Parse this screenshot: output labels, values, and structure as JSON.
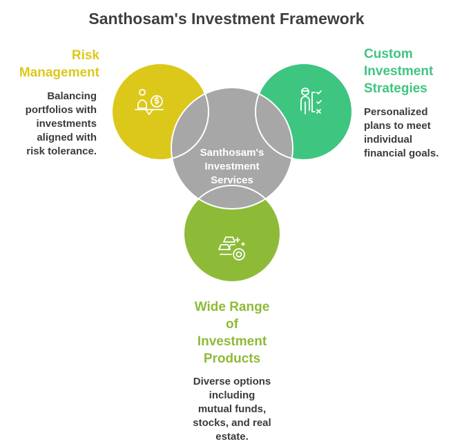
{
  "title": "Santhosam's Investment Framework",
  "center": {
    "line1": "Santhosam's",
    "line2": "Investment",
    "line3": "Services"
  },
  "risk": {
    "heading_line1": "Risk",
    "heading_line2": "Management",
    "desc_lines": [
      "Balancing",
      "portfolios with",
      "investments",
      "aligned with",
      "risk tolerance."
    ]
  },
  "custom": {
    "heading_line1": "Custom",
    "heading_line2": "Investment",
    "heading_line3": "Strategies",
    "desc_lines": [
      "Personalized",
      "plans to meet",
      "individual",
      "financial goals."
    ]
  },
  "products": {
    "heading_line1": "Wide Range",
    "heading_line2": "of",
    "heading_line3": "Investment",
    "heading_line4": "Products",
    "desc_lines": [
      "Diverse options",
      "including",
      "mutual funds,",
      "stocks, and real",
      "estate."
    ]
  },
  "colors": {
    "yellow": "#dcc81b",
    "green": "#3ec57f",
    "olive": "#8dbb37",
    "grey": "#a7a7a7",
    "title": "#3f3f3f"
  },
  "icons": {
    "risk": "balance-scale-icon",
    "custom": "strategy-checklist-icon",
    "products": "gold-bars-icon"
  }
}
